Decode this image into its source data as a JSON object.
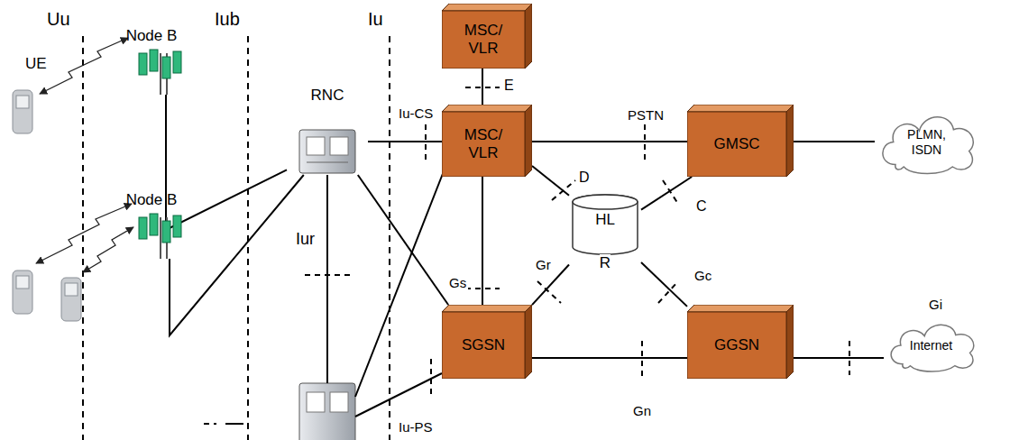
{
  "diagram": {
    "nodes": [
      {
        "text": [
          "MSC/ VLR"
        ]
      },
      {
        "text": [
          "Node B"
        ]
      },
      {
        "text": [
          "RNC"
        ]
      },
      {
        "text": [
          "MSC/ VLR"
        ]
      },
      {
        "text": [
          "GMSC"
        ]
      },
      {
        "text": [
          "PLMN, ISDN"
        ]
      },
      {
        "text": [
          "Node B"
        ]
      },
      {
        "text": [
          "HL",
          "R"
        ]
      },
      {
        "text": [
          "SGSN"
        ]
      },
      {
        "text": [
          "GGSN"
        ]
      },
      {
        "text": [
          "Internet"
        ]
      }
    ],
    "edges": [
      {
        "from": 1,
        "to": 2,
        "arrow": "none"
      },
      {
        "from": 6,
        "to": 2,
        "arrow": "none"
      },
      {
        "from": 2,
        "to": 3,
        "arrow": "none"
      },
      {
        "from": 2,
        "to": 8,
        "arrow": "none"
      },
      {
        "from": 0,
        "to": 3,
        "arrow": "none"
      },
      {
        "from": 3,
        "to": 4,
        "arrow": "none"
      },
      {
        "from": 4,
        "to": 5,
        "arrow": "none"
      },
      {
        "from": 3,
        "to": 8,
        "arrow": "none"
      },
      {
        "from": 3,
        "to": 7,
        "arrow": "none"
      },
      {
        "from": 4,
        "to": 7,
        "arrow": "none"
      },
      {
        "from": 8,
        "to": 7,
        "arrow": "none"
      },
      {
        "from": 7,
        "to": 9,
        "arrow": "none"
      },
      {
        "from": 8,
        "to": 9,
        "arrow": "none"
      },
      {
        "from": 9,
        "to": 10,
        "arrow": "none"
      }
    ],
    "labels": [
      "Uu",
      "Iub",
      "Iu",
      "UE",
      "Iu-CS",
      "E",
      "PSTN",
      "D",
      "C",
      "Gs",
      "Iur",
      "Gr",
      "Gc",
      "Gi",
      "Iu-PS",
      "Gn"
    ]
  }
}
